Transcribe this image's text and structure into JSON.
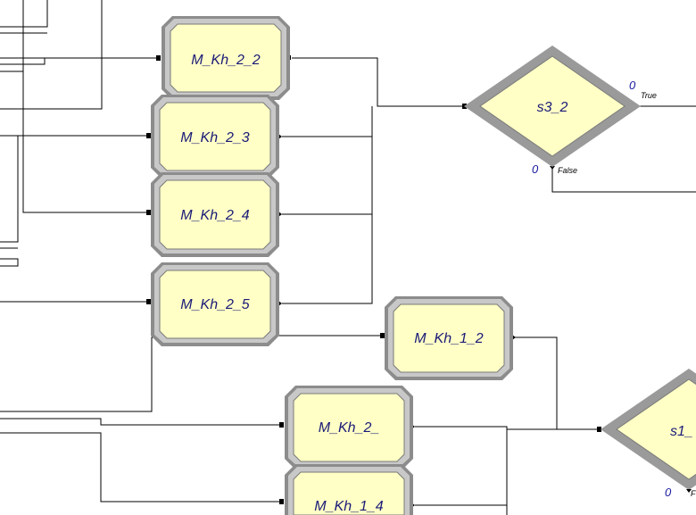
{
  "modules": {
    "m_kh_2_2": {
      "label": "M_Kh_2_2"
    },
    "m_kh_2_3": {
      "label": "M_Kh_2_3"
    },
    "m_kh_2_4": {
      "label": "M_Kh_2_4"
    },
    "m_kh_2_5": {
      "label": "M_Kh_2_5"
    },
    "m_kh_1_2": {
      "label": "M_Kh_1_2"
    },
    "m_kh_2_": {
      "label": "M_Kh_2_"
    },
    "m_kh_1_4": {
      "label": "M_Kh_1_4"
    }
  },
  "decisions": {
    "s3_2": {
      "label": "s3_2",
      "true_label": "True",
      "false_label": "False",
      "true_count": "0",
      "false_count": "0"
    },
    "s1": {
      "label": "s1_",
      "false_label": "F",
      "false_count": "0"
    }
  }
}
